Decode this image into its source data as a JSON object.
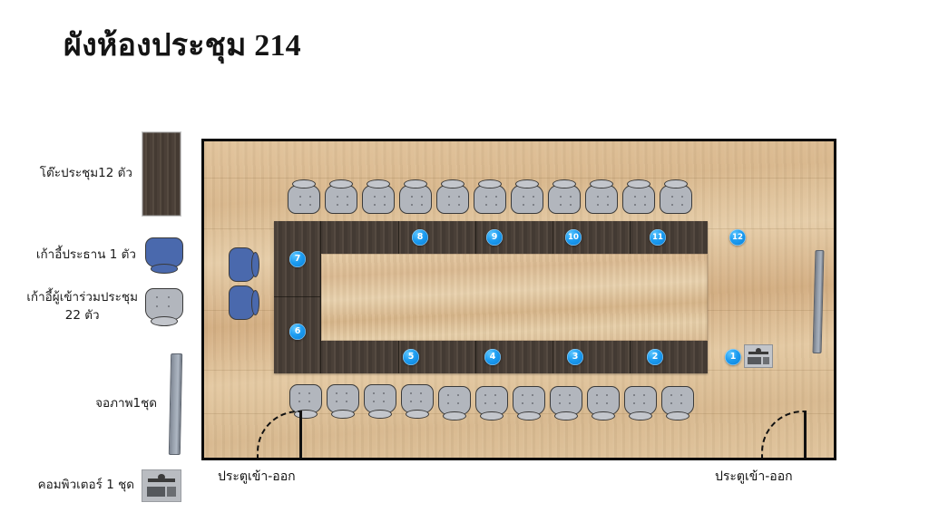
{
  "page": {
    "title": "ผังห้องประชุม 214",
    "room_number": "214"
  },
  "legend": {
    "items": [
      {
        "label": "โต๊ะประชุม12 ตัว",
        "icon": "table-swatch-icon",
        "count": 12,
        "item": "โต๊ะประชุม"
      },
      {
        "label": "เก้าอี้ประธาน 1 ตัว",
        "icon": "blue-chair-icon",
        "count": 1,
        "item": "เก้าอี้ประธาน"
      },
      {
        "label": "เก้าอี้ผู้เข้าร่วมประชุม\n22 ตัว",
        "icon": "gray-chair-icon",
        "count": 22,
        "item": "เก้าอี้ผู้เข้าร่วมประชุม"
      },
      {
        "label": "จอภาพ1ชุด",
        "icon": "screen-icon",
        "count": 1,
        "item": "จอภาพ"
      },
      {
        "label": "คอมพิวเตอร์ 1 ชุด",
        "icon": "computer-icon",
        "count": 1,
        "item": "คอมพิวเตอร์"
      }
    ]
  },
  "floorplan": {
    "seat_numbers": [
      "1",
      "2",
      "3",
      "4",
      "5",
      "6",
      "7",
      "8",
      "9",
      "10",
      "11",
      "12"
    ],
    "seats_top": [
      "8",
      "9",
      "10",
      "11",
      "12"
    ],
    "seats_bottom": [
      "5",
      "4",
      "3",
      "2",
      "1"
    ],
    "seats_left": [
      "7",
      "6"
    ],
    "doors": [
      {
        "label": "ประตูเข้า-ออก",
        "position": "bottom-left"
      },
      {
        "label": "ประตูเข้า-ออก",
        "position": "bottom-right"
      }
    ],
    "equipment": [
      {
        "name": "คอมพิวเตอร์",
        "at_seat": "1"
      },
      {
        "name": "จอภาพ",
        "wall": "right"
      }
    ],
    "chairs_top_row": 11,
    "chairs_bottom_row": 11,
    "chairs_left_blue": 2
  },
  "colors": {
    "badge_blue": "#1c9bf0",
    "chair_blue": "#4a69ad",
    "chair_gray": "#b2b6bd",
    "table_dark": "#4a4038",
    "floor_wood": "#dcbb92",
    "outline": "#0c0c0c"
  }
}
